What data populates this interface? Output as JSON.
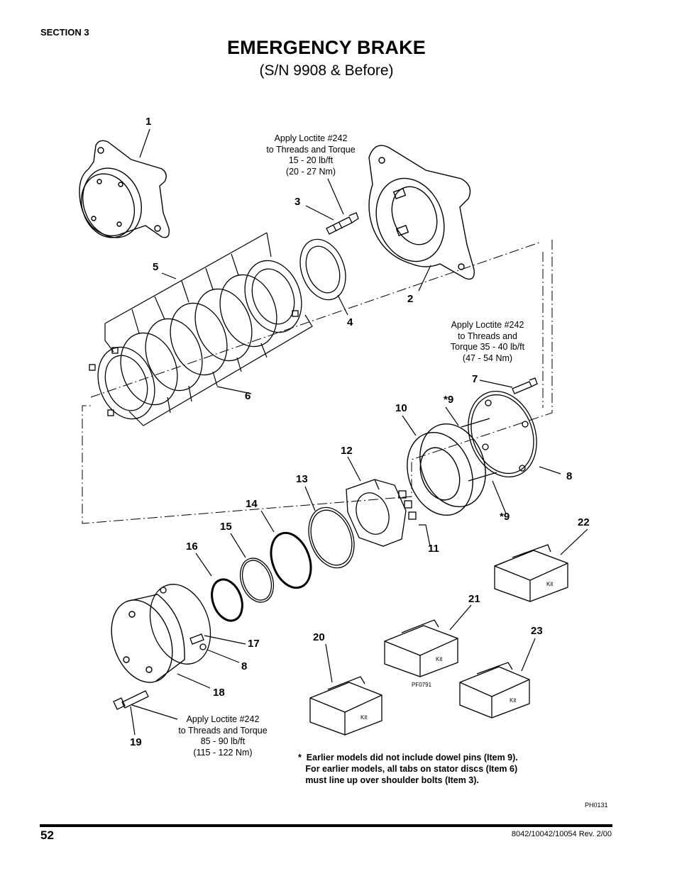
{
  "header": {
    "section": "SECTION 3",
    "title": "EMERGENCY BRAKE",
    "subtitle": "(S/N 9908 & Before)"
  },
  "notes": {
    "n1": [
      "Apply Loctite #242",
      "to Threads and Torque",
      "15 - 20 lb/ft",
      "(20 - 27 Nm)"
    ],
    "n2": [
      "Apply Loctite #242",
      "to Threads and",
      "Torque 35 - 40 lb/ft",
      "(47 - 54 Nm)"
    ],
    "n3": [
      "Apply Loctite #242",
      "to Threads and Torque",
      "85 - 90 lb/ft",
      "(115 - 122 Nm)"
    ]
  },
  "callouts": {
    "c1": "1",
    "c2": "2",
    "c3": "3",
    "c4": "4",
    "c5": "5",
    "c6": "6",
    "c7": "7",
    "c9a": "*9",
    "c10": "10",
    "c8a": "8",
    "c12": "12",
    "c13": "13",
    "c14": "14",
    "c9b": "*9",
    "c22": "22",
    "c15": "15",
    "c16": "16",
    "c11": "11",
    "c21": "21",
    "c17": "17",
    "c20": "20",
    "c23": "23",
    "c8b": "8",
    "c18": "18",
    "c19": "19"
  },
  "kit_label": "Kit",
  "figure_codes": {
    "inner": "PF0791",
    "main": "PH0131"
  },
  "footnote": [
    "*  Earlier models did not include dowel pins (Item 9).",
    "   For earlier models, all tabs on stator discs (Item 6)",
    "   must line up over shoulder bolts (Item 3)."
  ],
  "footer": {
    "page": "52",
    "docref": "8042/10042/10054 Rev. 2/00"
  }
}
